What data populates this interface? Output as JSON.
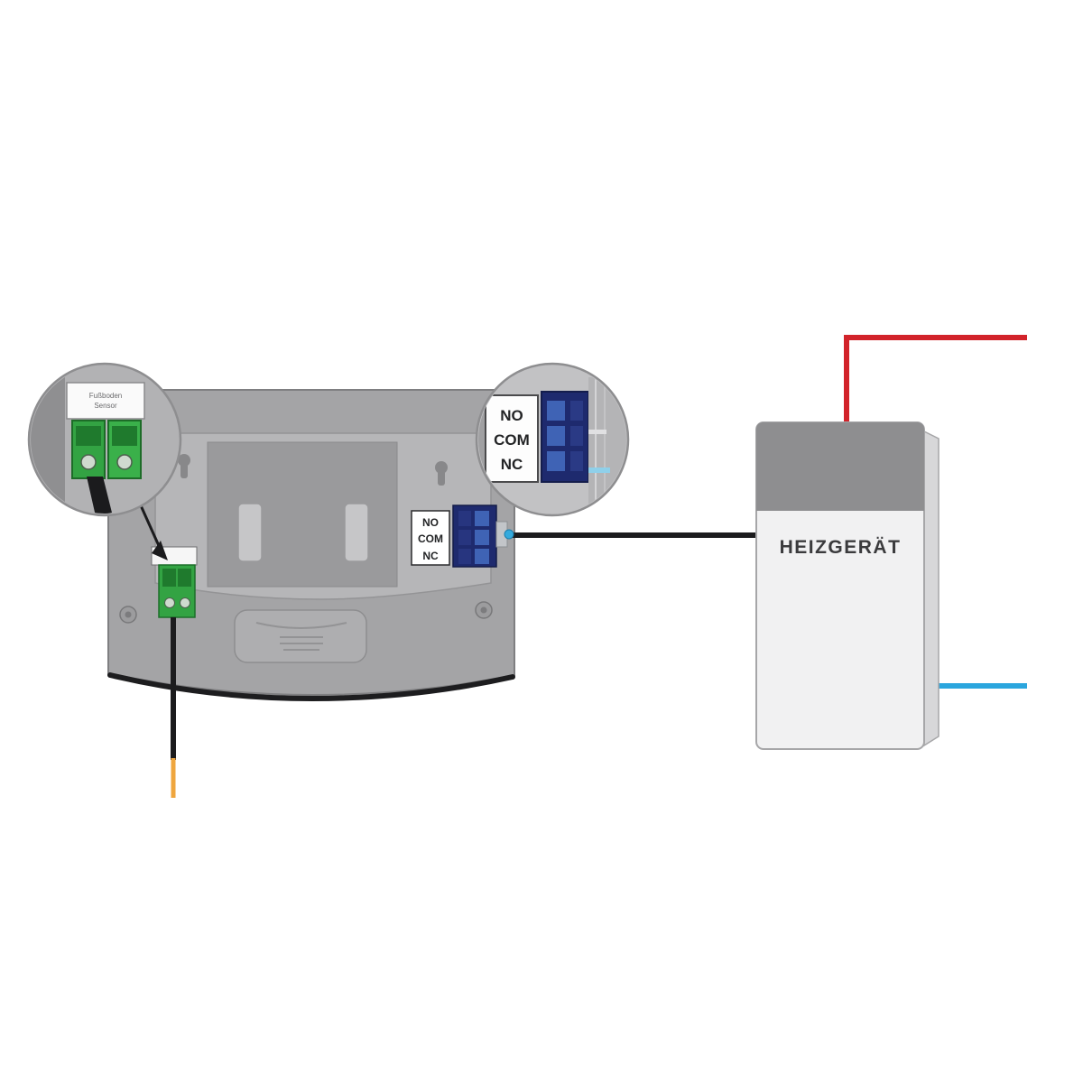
{
  "heater": {
    "label": "HEIZGERÄT"
  },
  "device_terminal": {
    "no": "NO",
    "com": "COM",
    "nc": "NC"
  },
  "callout_terminal": {
    "no": "NO",
    "com": "COM",
    "nc": "NC"
  },
  "sensor_label": {
    "line1": "Fußboden",
    "line2": "Sensor"
  },
  "colors": {
    "wire_red": "#d2232a",
    "wire_blue": "#2ba6de",
    "wire_black": "#1b1b1d",
    "wire_orange": "#efa63e",
    "terminal_green": "#33a343",
    "terminal_green_dark": "#1f7a2d",
    "terminal_blue": "#1e2a6e",
    "terminal_blue_light": "#3f63b5",
    "heater_band": "#8e8e90",
    "heater_body": "#f1f1f2",
    "device_body": "#a4a4a6",
    "device_panel": "#b6b6b8",
    "device_recess": "#9a9a9c"
  }
}
